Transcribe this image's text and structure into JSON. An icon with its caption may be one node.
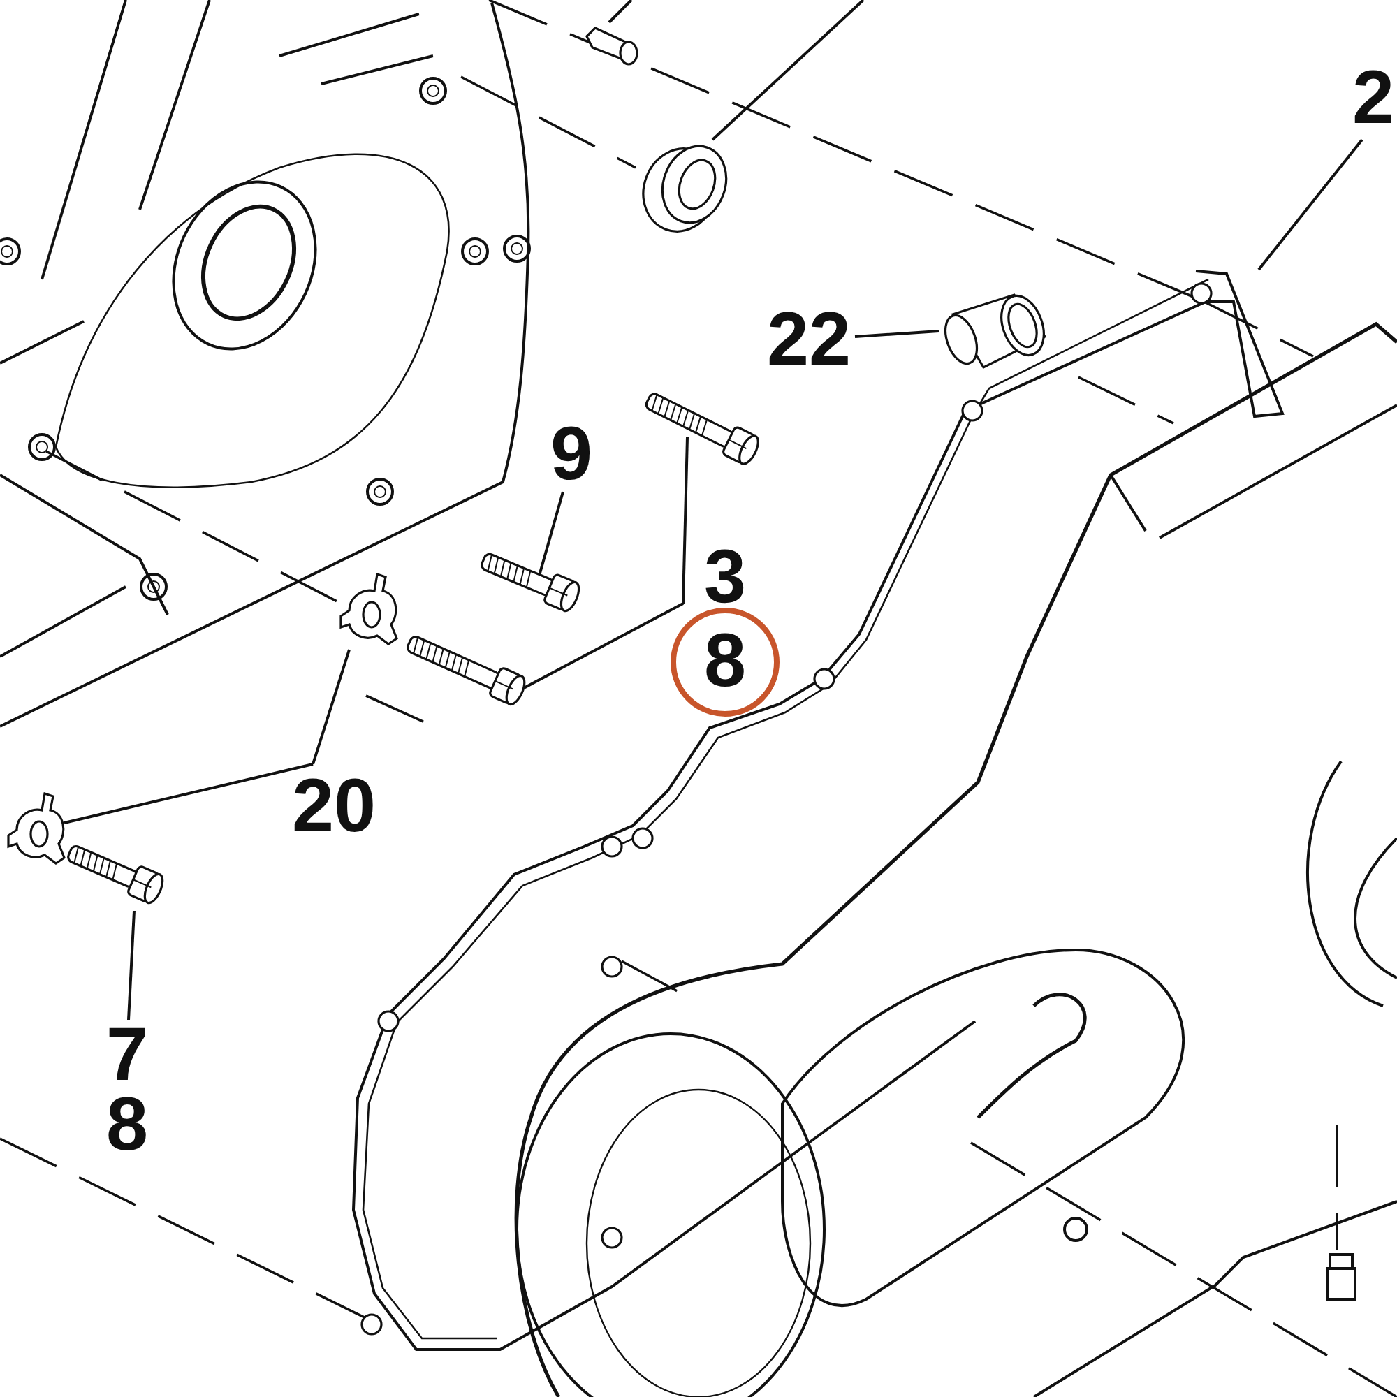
{
  "diagram": {
    "nodes": [
      {
        "text": [
          "9"
        ]
      },
      {
        "text": [],
        "shape": "picture"
      },
      {
        "text": [
          "3",
          "8"
        ]
      },
      {
        "text": [],
        "shape": "picture"
      },
      {
        "text": [],
        "shape": "picture"
      },
      {
        "text": [
          "22"
        ]
      },
      {
        "text": [],
        "shape": "picture"
      },
      {
        "text": [
          "20"
        ]
      },
      {
        "text": [],
        "shape": "picture"
      },
      {
        "text": [],
        "shape": "picture"
      },
      {
        "text": [
          "7",
          "8"
        ]
      },
      {
        "text": [],
        "shape": "picture"
      },
      {
        "text": [
          "2"
        ]
      },
      {
        "text": [],
        "shape": "picture"
      },
      {
        "text": [],
        "shape": "picture"
      }
    ],
    "edges": [
      {
        "from": 0,
        "to": 1,
        "arrow": "none"
      },
      {
        "from": 2,
        "to": 3,
        "arrow": "none"
      },
      {
        "from": 2,
        "to": 4,
        "arrow": "none"
      },
      {
        "from": 5,
        "to": 6,
        "arrow": "none"
      },
      {
        "from": 7,
        "to": 8,
        "arrow": "none"
      },
      {
        "from": 7,
        "to": 9,
        "arrow": "none"
      },
      {
        "from": 10,
        "to": 11,
        "arrow": "none"
      },
      {
        "from": 12,
        "to": null,
        "arrow": "none"
      },
      {
        "from": null,
        "to": 13,
        "arrow": "none"
      },
      {
        "from": null,
        "to": 14,
        "arrow": "none"
      }
    ]
  }
}
